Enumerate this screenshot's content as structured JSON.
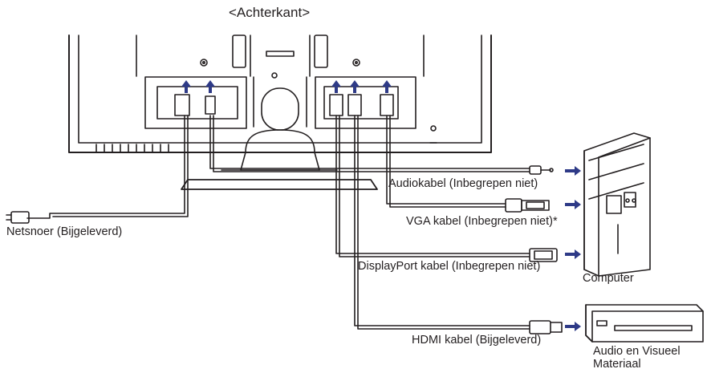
{
  "title": "<Achterkant>",
  "labels": {
    "audio_cable": "Audiokabel (Inbegrepen niet)",
    "vga_cable": "VGA kabel (Inbegrepen niet)*",
    "power_cord": "Netsnoer (Bijgeleverd)",
    "displayport_cable": "DisplayPort kabel (Inbegrepen niet)",
    "computer": "Computer",
    "hdmi_cable": "HDMI kabel (Bijgeleverd)",
    "av_equipment_line1": "Audio en Visueel",
    "av_equipment_line2": "Materiaal"
  },
  "colors": {
    "line": "#231f20",
    "arrow": "#2e3a87"
  },
  "icons": [
    "power-port-icon",
    "audio-port-icon",
    "displayport-port-icon",
    "hdmi-port-icon",
    "vga-port-icon",
    "lock-icon",
    "power-plug-icon",
    "audio-plug-icon",
    "vga-plug-icon",
    "displayport-plug-icon",
    "hdmi-plug-icon",
    "arrow-right-icon",
    "arrow-up-icon"
  ]
}
